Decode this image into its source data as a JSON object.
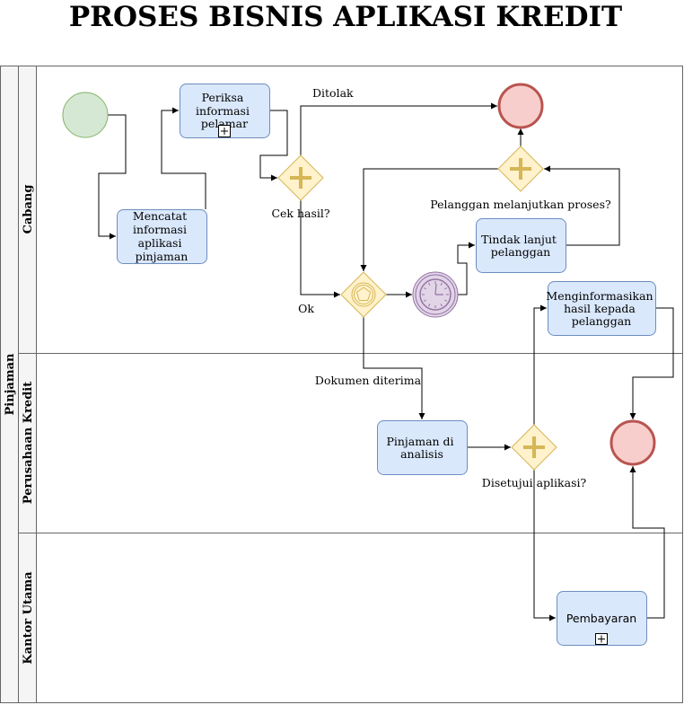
{
  "title": "PROSES BISNIS APLIKASI KREDIT",
  "pool": {
    "label": "Pinjaman"
  },
  "lanes": {
    "cabang": "Cabang",
    "perusahaan": "Perusahaan Kredit",
    "kantor": "Kantor Utama"
  },
  "tasks": {
    "mencatat": [
      "Mencatat",
      "informasi",
      "aplikasi",
      "pinjaman"
    ],
    "periksa": [
      "Periksa",
      "informasi",
      "pelamar"
    ],
    "tindak": [
      "Tindak lanjut",
      "pelanggan"
    ],
    "menginformasikan": [
      "Menginformasikan",
      "hasil kepada",
      "pelanggan"
    ],
    "analisis": [
      "Pinjaman di",
      "analisis"
    ],
    "pembayaran": "Pembayaran"
  },
  "labels": {
    "ditolak": "Ditolak",
    "cek_hasil": "Cek hasil?",
    "ok": "Ok",
    "pelanggan_lanjut": "Pelanggan melanjutkan proses?",
    "dokumen_diterima": "Dokumen diterima",
    "disetujui": "Disetujui aplikasi?"
  },
  "colors": {
    "task_fill": "#dae8fc",
    "task_stroke": "#6c8ebf",
    "gateway_fill": "#fff2cc",
    "gateway_stroke": "#d6b656",
    "gateway_marker": "#d6b656",
    "start_fill": "#d5e8d4",
    "start_stroke": "#82b366",
    "end_fill": "#f8cecc",
    "end_stroke": "#b85450",
    "timer_fill": "#e1d5e7",
    "timer_stroke": "#9673a6",
    "lane_header": "#f5f5f5"
  }
}
